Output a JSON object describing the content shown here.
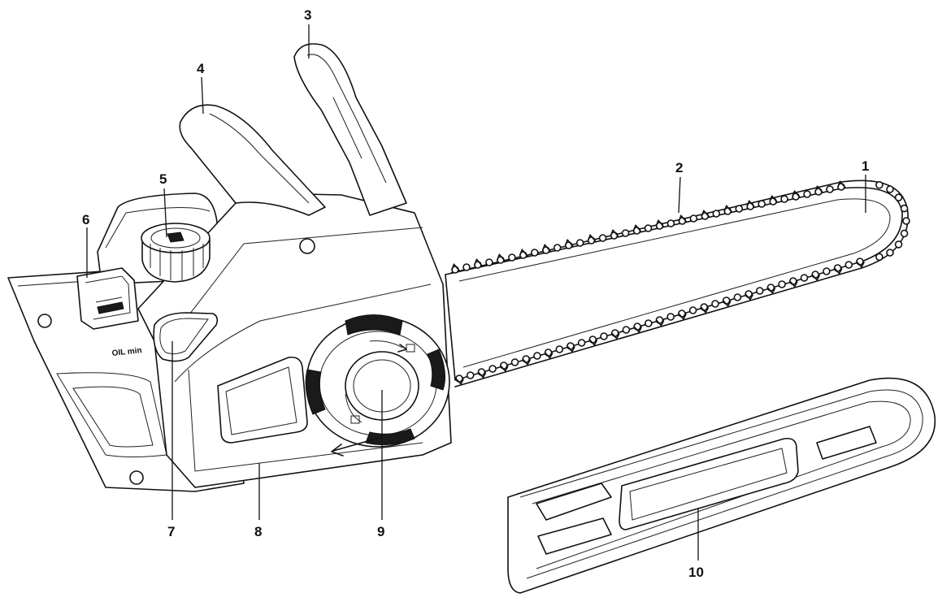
{
  "callouts": [
    {
      "id": "1",
      "label": "1"
    },
    {
      "id": "2",
      "label": "2"
    },
    {
      "id": "3",
      "label": "3"
    },
    {
      "id": "4",
      "label": "4"
    },
    {
      "id": "5",
      "label": "5"
    },
    {
      "id": "6",
      "label": "6"
    },
    {
      "id": "7",
      "label": "7"
    },
    {
      "id": "8",
      "label": "8"
    },
    {
      "id": "9",
      "label": "9"
    },
    {
      "id": "10",
      "label": "10"
    }
  ],
  "markings": {
    "oil_window": "OIL min"
  },
  "colors": {
    "line": "#111111",
    "background": "#ffffff"
  }
}
